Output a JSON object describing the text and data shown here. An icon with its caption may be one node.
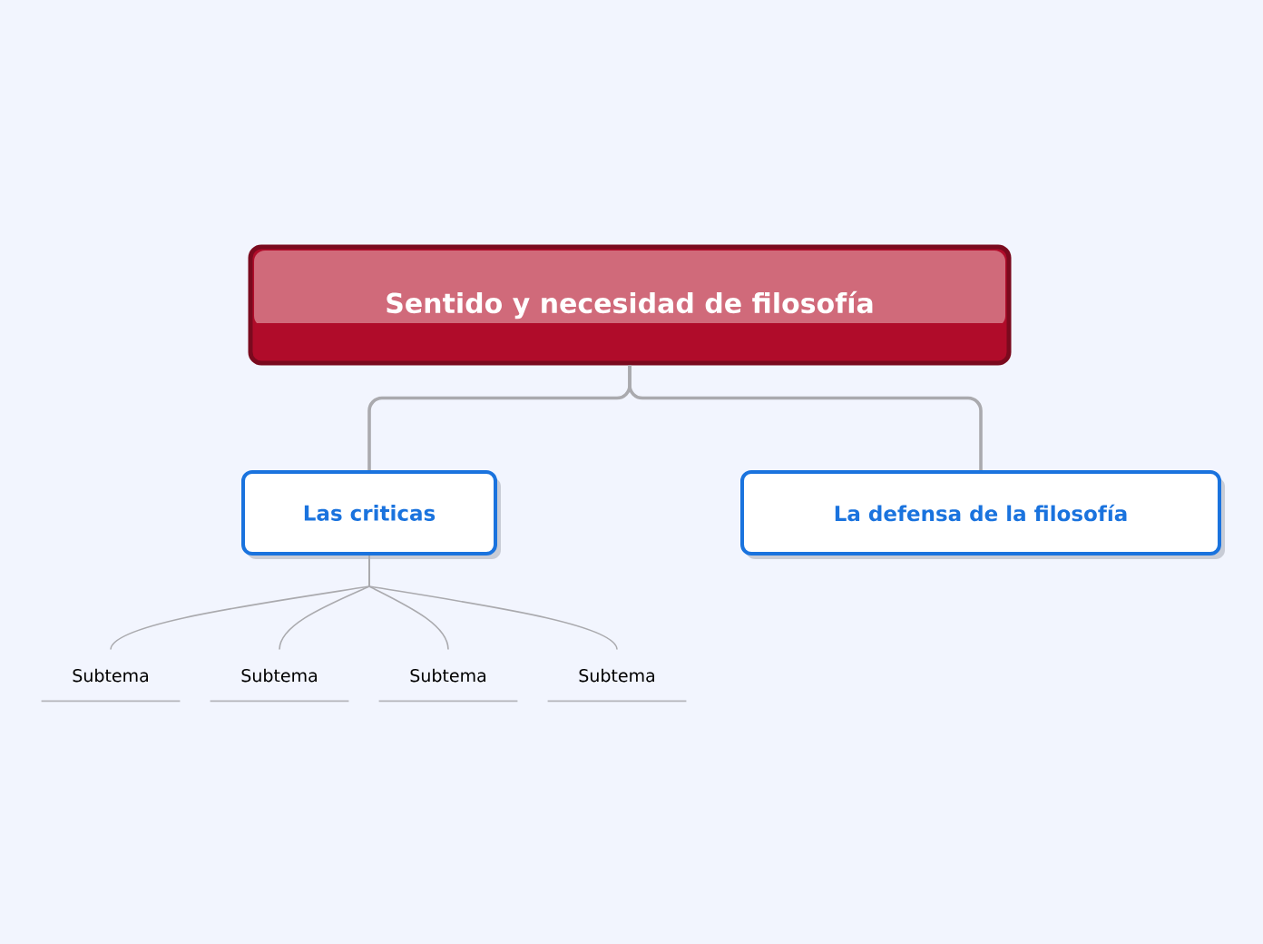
{
  "diagram": {
    "nodes": [
      {
        "text": [
          "Sentido y necesidad de filosofía"
        ]
      },
      {
        "text": [
          "Las criticas"
        ]
      },
      {
        "text": [
          "La defensa de la filosofía"
        ]
      },
      {
        "text": [
          "Subtema"
        ]
      },
      {
        "text": [
          "Subtema"
        ]
      },
      {
        "text": [
          "Subtema"
        ]
      },
      {
        "text": [
          "Subtema"
        ]
      }
    ],
    "edges": [
      {
        "from": 0,
        "to": 1,
        "arrow": "none"
      },
      {
        "from": 0,
        "to": 2,
        "arrow": "none"
      },
      {
        "from": 1,
        "to": 3,
        "arrow": "none"
      },
      {
        "from": 1,
        "to": 4,
        "arrow": "none"
      },
      {
        "from": 1,
        "to": 5,
        "arrow": "none"
      },
      {
        "from": 1,
        "to": 6,
        "arrow": "none"
      }
    ]
  }
}
